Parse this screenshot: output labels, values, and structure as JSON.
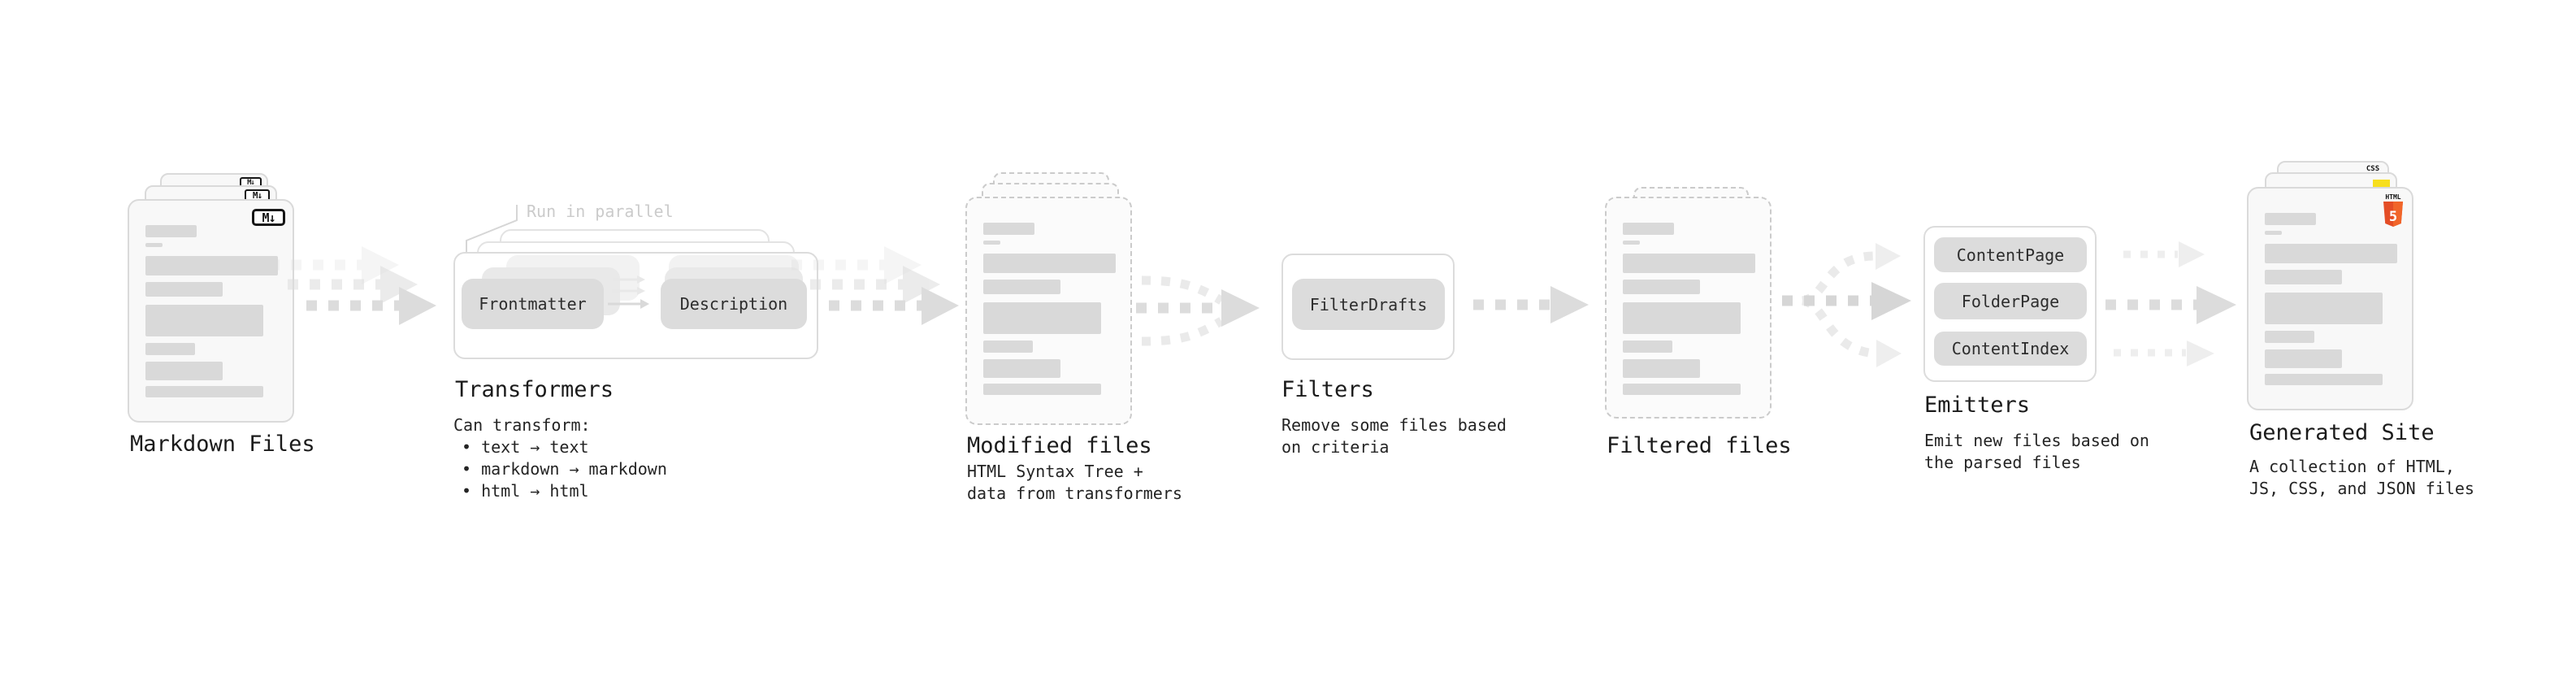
{
  "colors": {
    "js_yellow": "#f7df1e",
    "css_blue": "#2965f1",
    "html_orange": "#e44d26",
    "html_orange_light": "#f16529"
  },
  "pipeline": {
    "markdown": {
      "title": "Markdown Files",
      "badge": "M↓"
    },
    "transformers": {
      "title": "Transformers",
      "note": "Run in parallel",
      "node1": "Frontmatter",
      "node2": "Description",
      "caption": [
        "Can transform:",
        "• text → text",
        "• markdown → markdown",
        "• html → html"
      ]
    },
    "modified": {
      "title": "Modified files",
      "caption": [
        "HTML Syntax Tree +",
        "data from transformers"
      ]
    },
    "filters": {
      "title": "Filters",
      "node": "FilterDrafts",
      "caption": [
        "Remove some files based",
        "on criteria"
      ]
    },
    "filtered": {
      "title": "Filtered files"
    },
    "emitters": {
      "title": "Emitters",
      "nodes": [
        "ContentPage",
        "FolderPage",
        "ContentIndex"
      ],
      "caption": [
        "Emit new files based on",
        "the parsed files"
      ]
    },
    "generated": {
      "title": "Generated Site",
      "caption": [
        "A collection of HTML,",
        "JS, CSS, and JSON files"
      ],
      "css_badge": "CSS",
      "html_badge": "HTML",
      "html_badge_number": "5"
    }
  }
}
